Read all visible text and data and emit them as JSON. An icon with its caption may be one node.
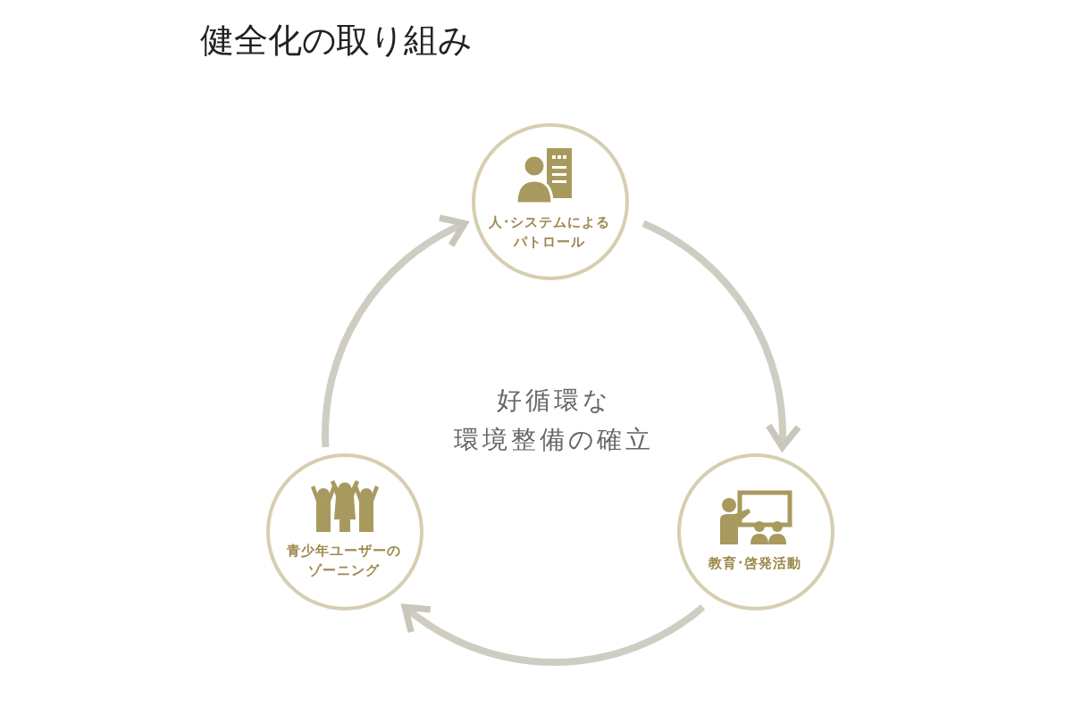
{
  "diagram": {
    "title": "健全化の取り組み",
    "nodes": [
      {
        "text": [
          "人･システムによるパトロール"
        ]
      },
      {
        "text": [
          "教育･啓発活動"
        ]
      },
      {
        "text": [
          "青少年ユーザーのゾーニング"
        ]
      }
    ],
    "edges": [
      {
        "from": 0,
        "to": 1,
        "arrow": "to"
      },
      {
        "from": 1,
        "to": 2,
        "arrow": "to"
      },
      {
        "from": 2,
        "to": 0,
        "arrow": "to"
      }
    ],
    "labels": [
      "好循環な",
      "環境整備の確立"
    ]
  }
}
